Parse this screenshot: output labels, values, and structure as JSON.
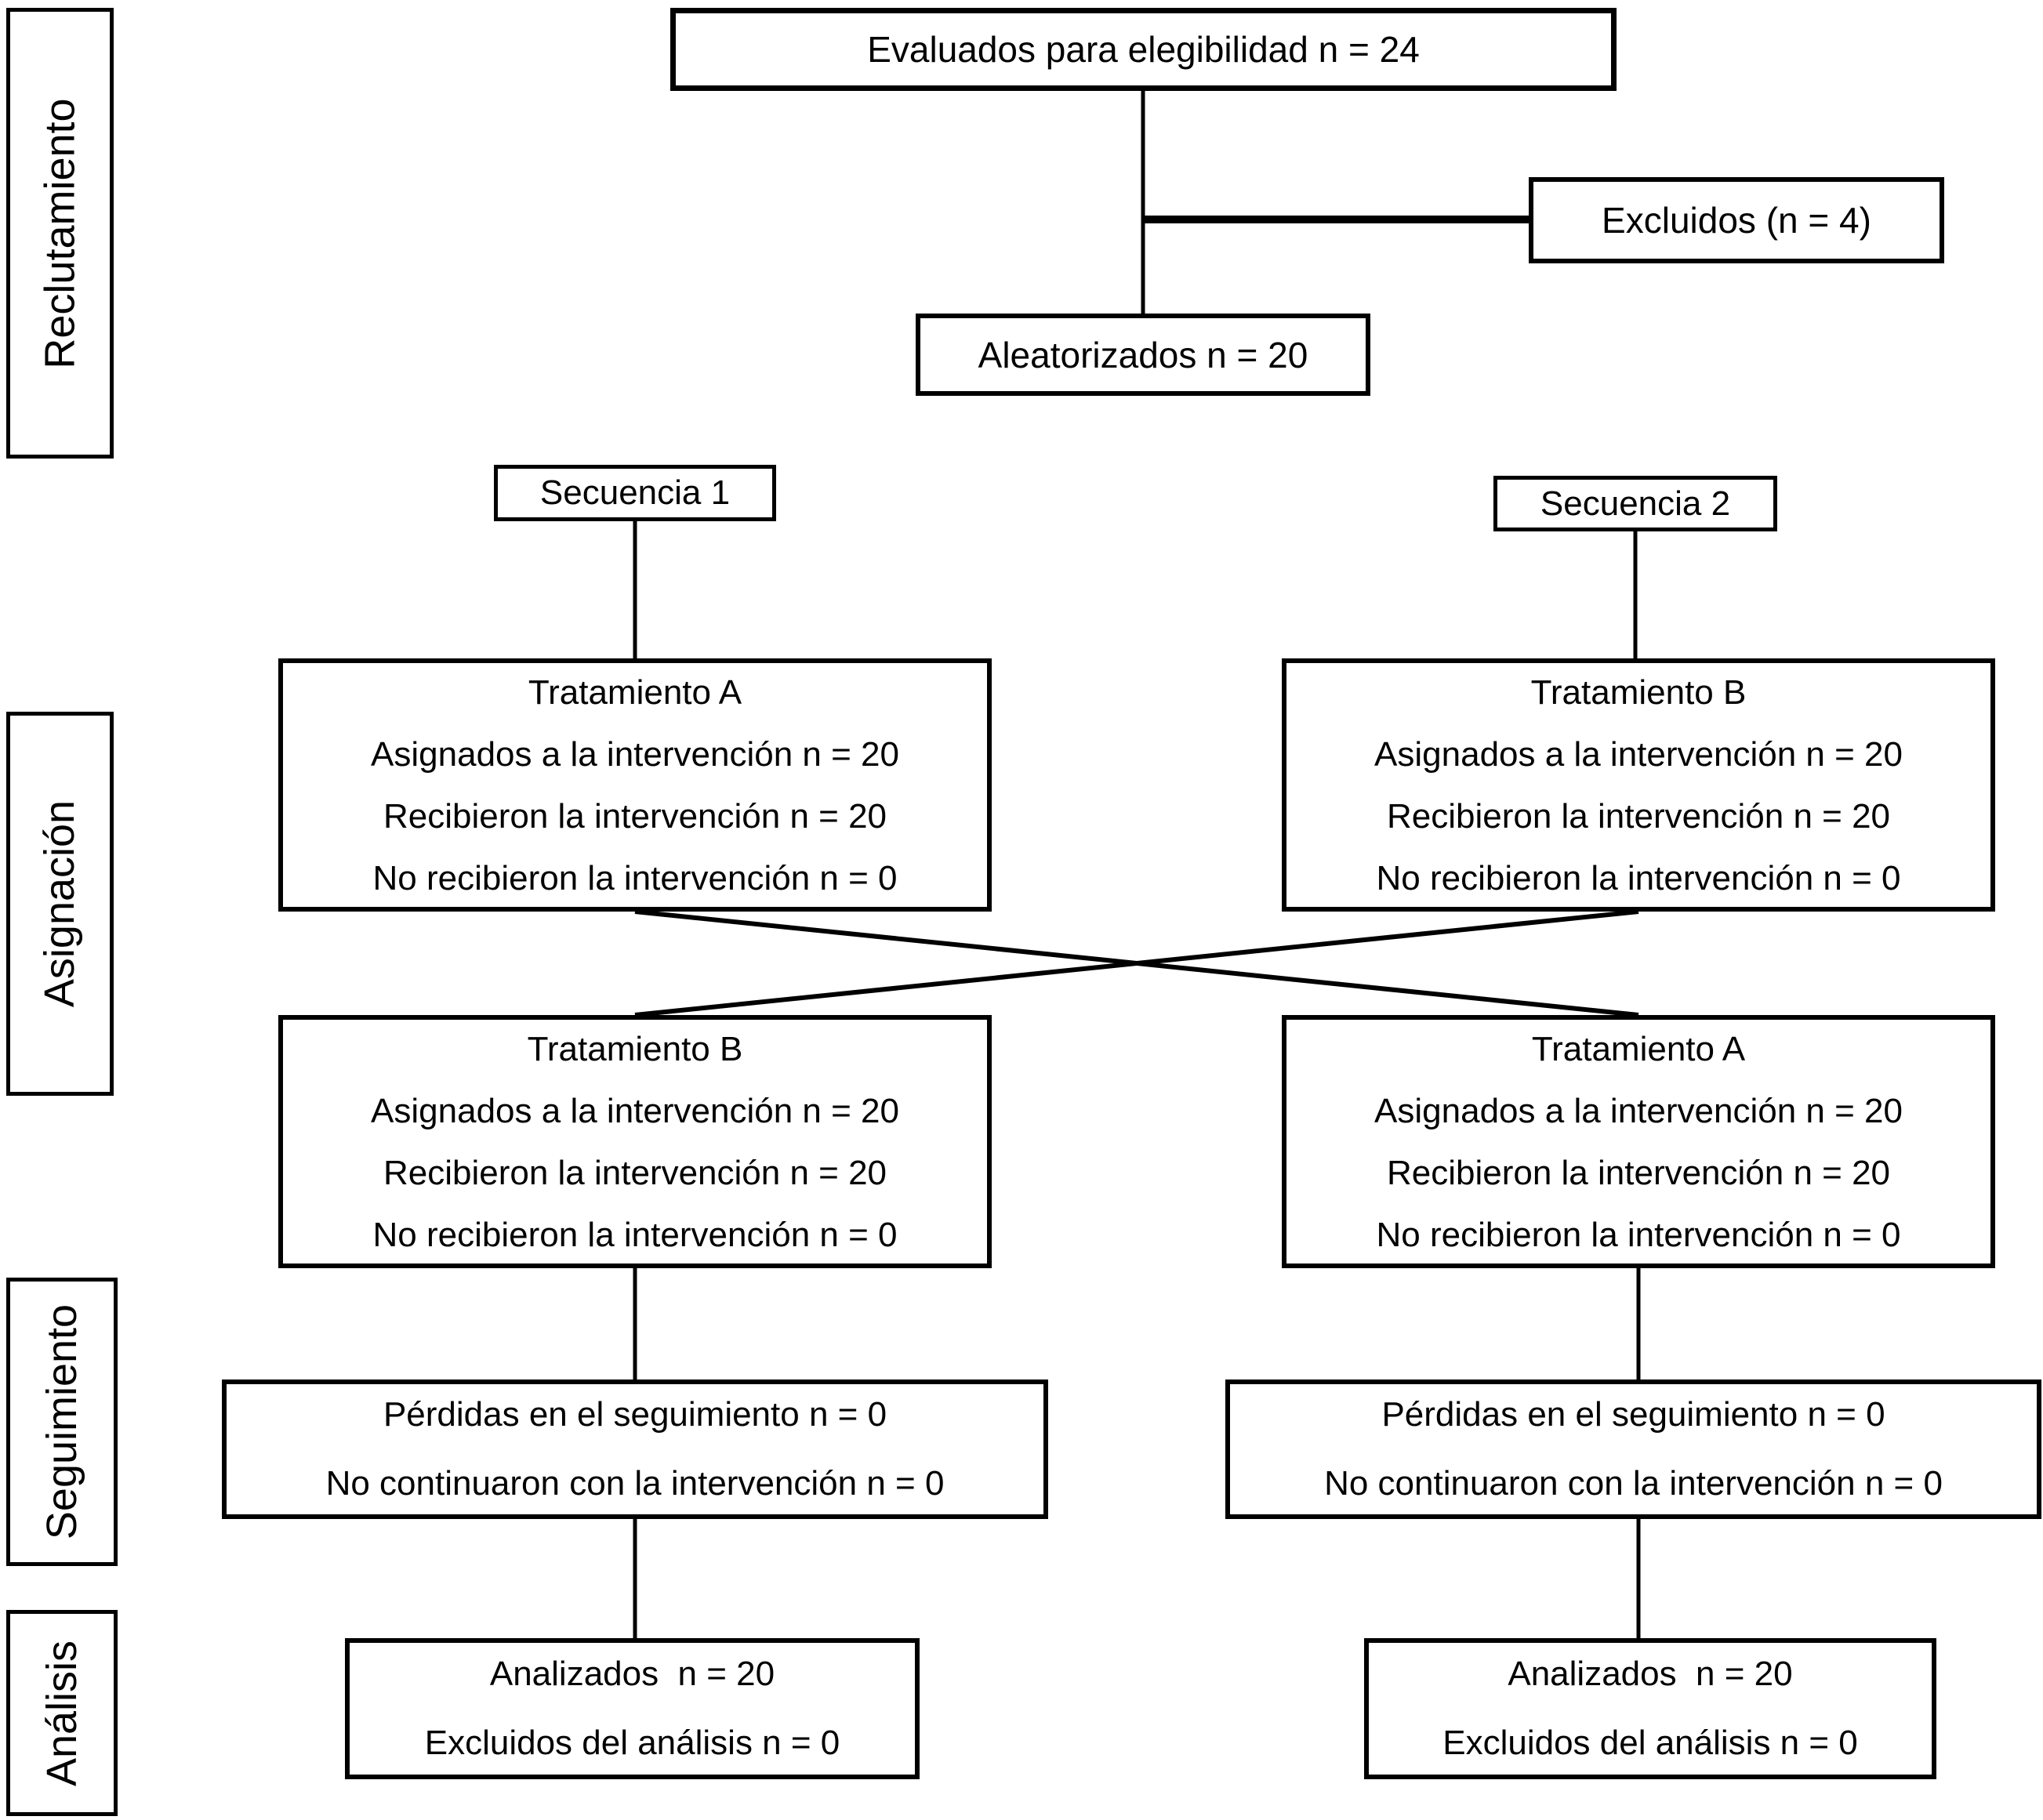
{
  "diagram": {
    "type": "consort-crossover-flow",
    "language": "es",
    "stages": [
      {
        "label": "Reclutamiento"
      },
      {
        "label": "Asignación"
      },
      {
        "label": "Seguimiento"
      },
      {
        "label": "Análisis"
      }
    ],
    "boxes": {
      "eligibility": {
        "text": "Evaluados para elegibilidad n = 24"
      },
      "excluded": {
        "text": "Excluidos (n = 4)"
      },
      "randomized": {
        "text": "Aleatorizados n = 20"
      },
      "sequence1": {
        "text": "Secuencia 1"
      },
      "sequence2": {
        "text": "Secuencia 2"
      },
      "seq1_period1": {
        "lines": [
          "Tratamiento A",
          "Asignados a la intervención n = 20",
          "Recibieron la intervención n = 20",
          "No recibieron la intervención n = 0"
        ]
      },
      "seq2_period1": {
        "lines": [
          "Tratamiento B",
          "Asignados a la intervención n = 20",
          "Recibieron la intervención n = 20",
          "No recibieron la intervención n = 0"
        ]
      },
      "seq1_period2": {
        "lines": [
          "Tratamiento B",
          "Asignados a la intervención n = 20",
          "Recibieron la intervención n = 20",
          "No recibieron la intervención n = 0"
        ]
      },
      "seq2_period2": {
        "lines": [
          "Tratamiento A",
          "Asignados a la intervención n = 20",
          "Recibieron la intervención n = 20",
          "No recibieron la intervención n = 0"
        ]
      },
      "seq1_followup": {
        "lines": [
          "Pérdidas en el seguimiento n = 0",
          "No continuaron con la intervención n = 0"
        ]
      },
      "seq2_followup": {
        "lines": [
          "Pérdidas en el seguimiento n = 0",
          "No continuaron con la intervención n = 0"
        ]
      },
      "seq1_analysis": {
        "lines": [
          "Analizados  n = 20",
          "Excluidos del análisis n = 0"
        ]
      },
      "seq2_analysis": {
        "lines": [
          "Analizados  n = 20",
          "Excluidos del análisis n = 0"
        ]
      }
    },
    "colors": {
      "background": "#ffffff",
      "border": "#000000",
      "text": "#000000",
      "connector": "#000000"
    }
  }
}
